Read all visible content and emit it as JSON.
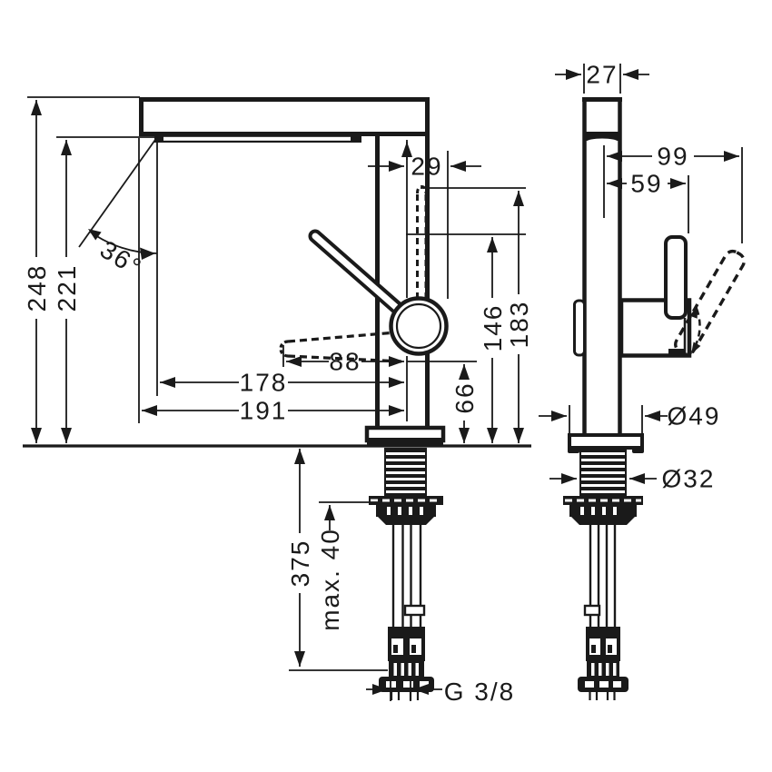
{
  "drawing": {
    "front": {
      "total_height": "248",
      "spout_height": "221",
      "spray_angle": "36°",
      "outlet_offset": "29",
      "hose_dock_height": "183",
      "lever_height": "146",
      "joint_height": "66",
      "reach_outlet": "88",
      "reach_mid": "178",
      "reach_full": "191",
      "hose_length": "375",
      "max_counter": "max. 40",
      "thread": "G 3/8"
    },
    "side": {
      "depth": "27",
      "handle_reach": "99",
      "handle_front": "59",
      "base_diameter": "Ø49",
      "shank_diameter": "Ø32"
    }
  }
}
